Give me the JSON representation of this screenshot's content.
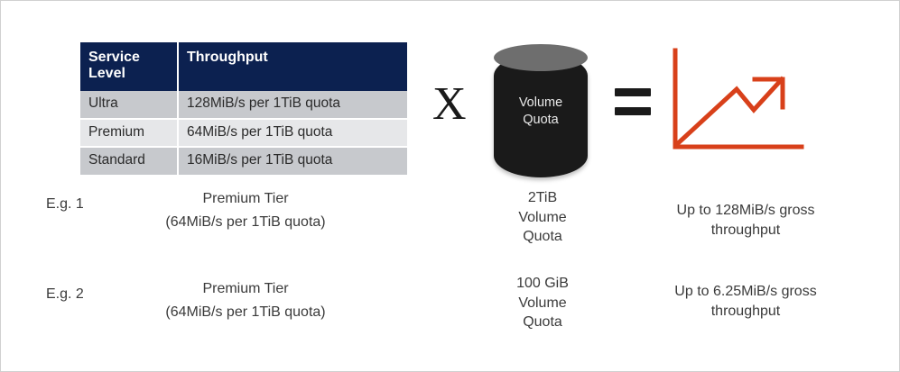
{
  "table": {
    "headers": [
      "Service Level",
      "Throughput"
    ],
    "header_lines": [
      [
        "Service",
        "Level"
      ],
      [
        "Throughput"
      ]
    ],
    "rows": [
      {
        "level": "Ultra",
        "throughput": "128MiB/s per 1TiB quota"
      },
      {
        "level": "Premium",
        "throughput": "64MiB/s per 1TiB quota"
      },
      {
        "level": "Standard",
        "throughput": "16MiB/s per 1TiB quota"
      }
    ]
  },
  "operators": {
    "multiply": "X",
    "equals": "="
  },
  "cylinder": {
    "label_line1": "Volume",
    "label_line2": "Quota",
    "icon": "database-cylinder-icon"
  },
  "chart_icon": {
    "icon": "growth-line-chart-icon",
    "color": "#D8401A"
  },
  "examples": [
    {
      "label": "E.g. 1",
      "tier_line1": "Premium Tier",
      "tier_line2": "(64MiB/s per 1TiB quota)",
      "volume_line1": "2TiB",
      "volume_line2": "Volume",
      "volume_line3": "Quota",
      "result_line1": "Up to 128MiB/s gross",
      "result_line2": "throughput"
    },
    {
      "label": "E.g. 2",
      "tier_line1": "Premium Tier",
      "tier_line2": "(64MiB/s per 1TiB quota)",
      "volume_line1": "100 GiB",
      "volume_line2": "Volume",
      "volume_line3": "Quota",
      "result_line1": "Up to 6.25MiB/s gross",
      "result_line2": "throughput"
    }
  ],
  "colors": {
    "header_navy": "#0C2150",
    "row_dark": "#C7C9CD",
    "row_light": "#E6E7E9",
    "cylinder_body": "#1A1A1A",
    "cylinder_top": "#6E6E6E",
    "accent_orange": "#D8401A",
    "text": "#3A3A3A"
  }
}
